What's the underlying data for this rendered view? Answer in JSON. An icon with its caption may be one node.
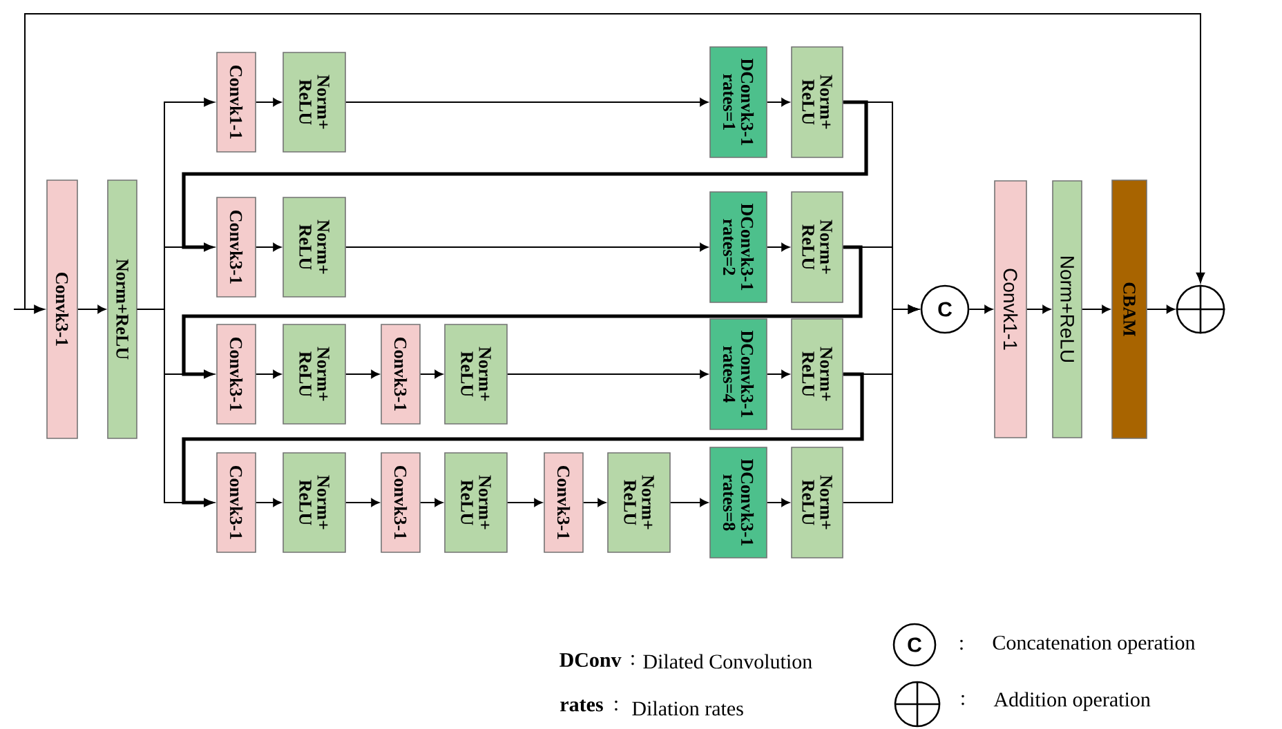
{
  "diagram": {
    "nodes": [
      {
        "text": [
          "Convk3-1"
        ]
      },
      {
        "text": [
          "Norm+ReLU"
        ]
      },
      {
        "text": [
          "Convk1-1"
        ]
      },
      {
        "text": [
          "Norm+ ReLU"
        ]
      },
      {
        "text": [
          "DConvk3-1 rates=1"
        ]
      },
      {
        "text": [
          "Norm+ ReLU"
        ]
      },
      {
        "text": [
          "Convk3-1"
        ]
      },
      {
        "text": [
          "Norm+ ReLU"
        ]
      },
      {
        "text": [
          "DConvk3-1 rates=2"
        ]
      },
      {
        "text": [
          "Norm+ ReLU"
        ]
      },
      {
        "text": [
          "Convk3-1"
        ]
      },
      {
        "text": [
          "Norm+ ReLU"
        ]
      },
      {
        "text": [
          "Convk3-1"
        ]
      },
      {
        "text": [
          "Norm+ ReLU"
        ]
      },
      {
        "text": [
          "DConvk3-1 rates=4"
        ]
      },
      {
        "text": [
          "Norm+ ReLU"
        ]
      },
      {
        "text": [
          "Convk3-1"
        ]
      },
      {
        "text": [
          "Norm+ ReLU"
        ]
      },
      {
        "text": [
          "Convk3-1"
        ]
      },
      {
        "text": [
          "Norm+ ReLU"
        ]
      },
      {
        "text": [
          "Convk3-1"
        ]
      },
      {
        "text": [
          "Norm+ ReLU"
        ]
      },
      {
        "text": [
          "DConvk3-1 rates=8"
        ]
      },
      {
        "text": [
          "Norm+ ReLU"
        ]
      },
      {
        "text": [
          "C"
        ]
      },
      {
        "text": [
          "Convk1-1"
        ]
      },
      {
        "text": [
          "Norm+ReLU"
        ]
      },
      {
        "text": [
          "CBAM"
        ]
      },
      {
        "text": [],
        "shape": "circle"
      }
    ],
    "edges": [
      {
        "from": null,
        "to": 0,
        "arrow": "to"
      },
      {
        "from": null,
        "to": 28,
        "arrow": "to"
      },
      {
        "from": 0,
        "to": 1,
        "arrow": "to"
      },
      {
        "from": 1,
        "to": 2,
        "arrow": "to"
      },
      {
        "from": 1,
        "to": 6,
        "arrow": "to"
      },
      {
        "from": 1,
        "to": 10,
        "arrow": "to"
      },
      {
        "from": 1,
        "to": 16,
        "arrow": "to"
      },
      {
        "from": 2,
        "to": 3,
        "arrow": "to"
      },
      {
        "from": 3,
        "to": 4,
        "arrow": "to"
      },
      {
        "from": 4,
        "to": 5,
        "arrow": "to"
      },
      {
        "from": 5,
        "to": 6,
        "arrow": "to",
        "style": "thick"
      },
      {
        "from": 6,
        "to": 7,
        "arrow": "to"
      },
      {
        "from": 7,
        "to": 8,
        "arrow": "to"
      },
      {
        "from": 8,
        "to": 9,
        "arrow": "to"
      },
      {
        "from": 9,
        "to": 10,
        "arrow": "to",
        "style": "thick"
      },
      {
        "from": 10,
        "to": 11,
        "arrow": "to"
      },
      {
        "from": 11,
        "to": 12,
        "arrow": "to"
      },
      {
        "from": 12,
        "to": 13,
        "arrow": "to"
      },
      {
        "from": 13,
        "to": 14,
        "arrow": "to"
      },
      {
        "from": 14,
        "to": 15,
        "arrow": "to"
      },
      {
        "from": 15,
        "to": 16,
        "arrow": "to",
        "style": "thick"
      },
      {
        "from": 16,
        "to": 17,
        "arrow": "to"
      },
      {
        "from": 17,
        "to": 18,
        "arrow": "to"
      },
      {
        "from": 18,
        "to": 19,
        "arrow": "to"
      },
      {
        "from": 19,
        "to": 20,
        "arrow": "to"
      },
      {
        "from": 20,
        "to": 21,
        "arrow": "to"
      },
      {
        "from": 21,
        "to": 22,
        "arrow": "to"
      },
      {
        "from": 22,
        "to": 23,
        "arrow": "to"
      },
      {
        "from": 5,
        "to": 24,
        "arrow": "to"
      },
      {
        "from": 9,
        "to": 24,
        "arrow": "to"
      },
      {
        "from": 15,
        "to": 24,
        "arrow": "to"
      },
      {
        "from": 23,
        "to": 24,
        "arrow": "to"
      },
      {
        "from": 24,
        "to": 25,
        "arrow": "to"
      },
      {
        "from": 25,
        "to": 26,
        "arrow": "to"
      },
      {
        "from": 26,
        "to": 27,
        "arrow": "to"
      },
      {
        "from": 27,
        "to": 28,
        "arrow": "to"
      }
    ],
    "labels": [
      "DConv",
      ":",
      "Dilated Convolution",
      "C",
      ":",
      "Concatenation operation",
      "rates",
      ":",
      "Dilation rates",
      ":",
      "Addition operation"
    ]
  }
}
